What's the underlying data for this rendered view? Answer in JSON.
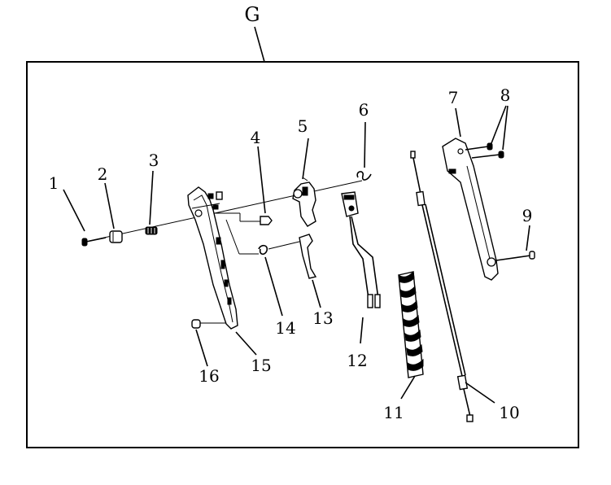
{
  "diagram": {
    "group_label": "G",
    "callouts": [
      "1",
      "2",
      "3",
      "4",
      "5",
      "6",
      "7",
      "8",
      "9",
      "10",
      "11",
      "12",
      "13",
      "14",
      "15",
      "16"
    ]
  }
}
